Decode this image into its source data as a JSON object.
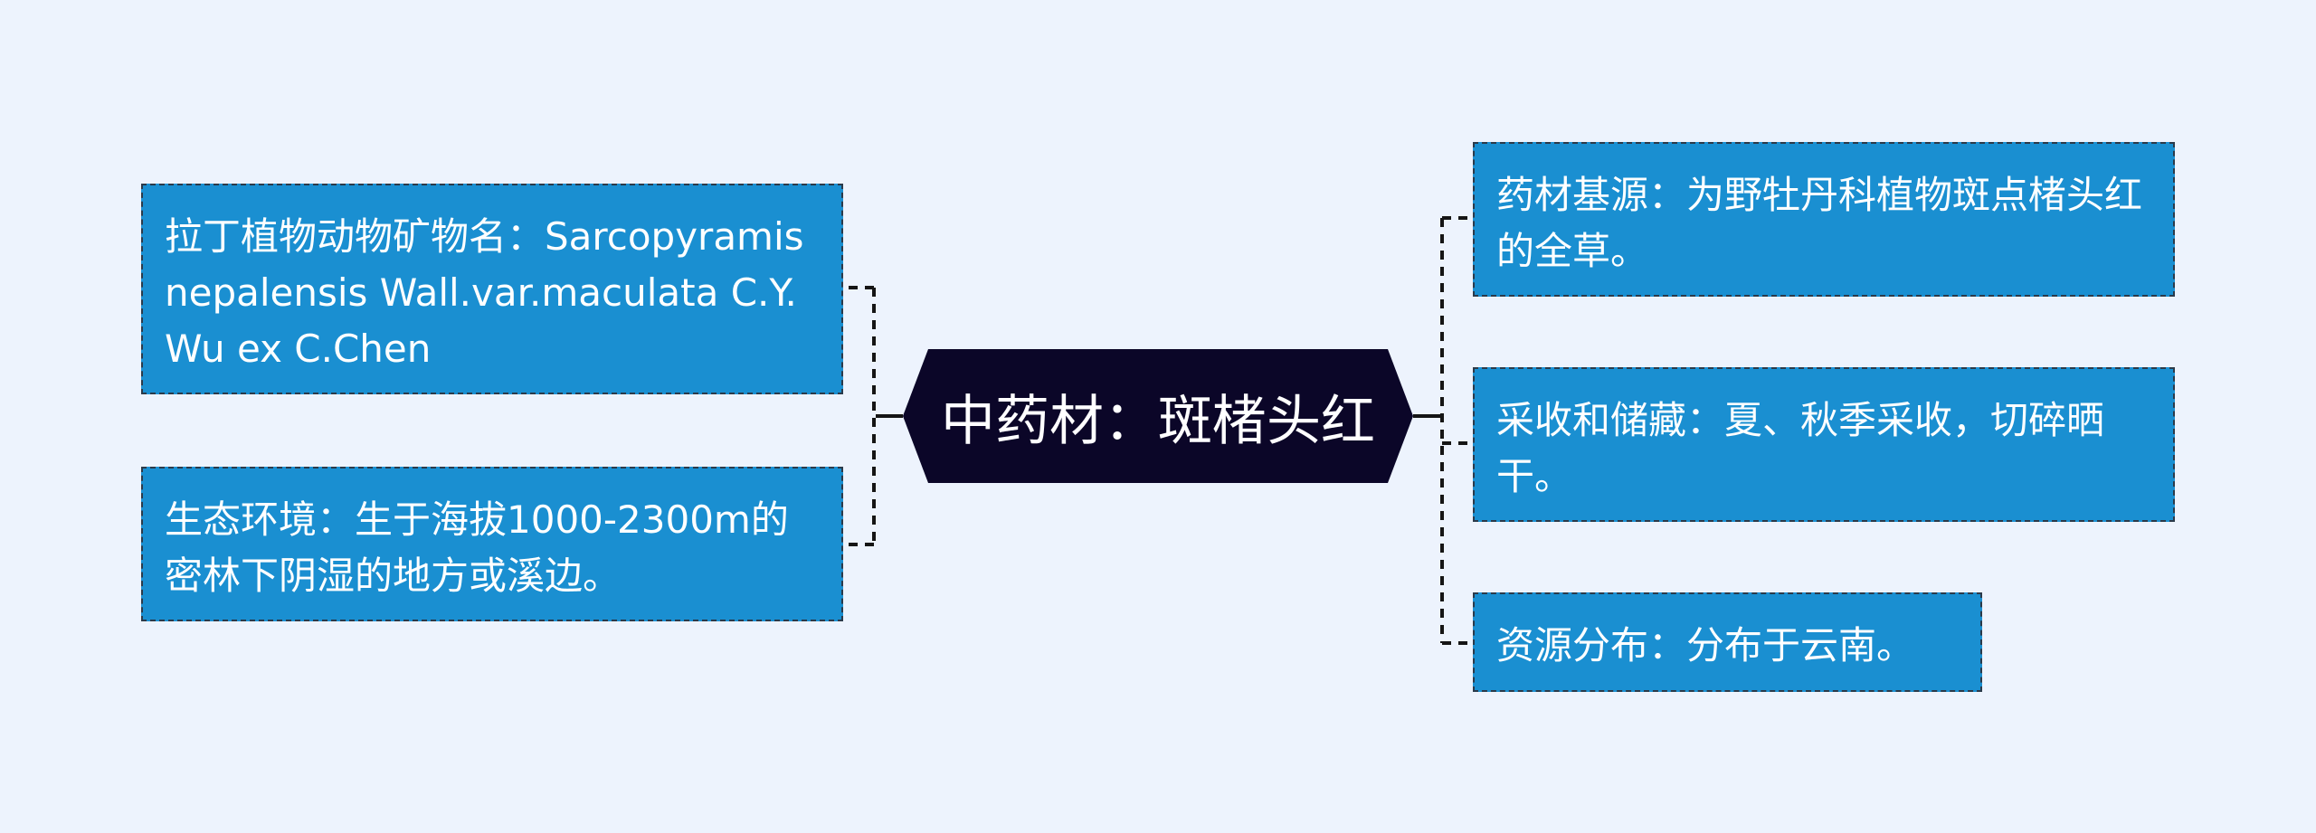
{
  "colors": {
    "background": "#edf3fd",
    "node_fill": "#1a8fd1",
    "node_border": "#2b3a4a",
    "center_fill": "#0b0628",
    "connector": "#151515",
    "text": "#ffffff"
  },
  "center": {
    "title": "中药材：斑楮头红"
  },
  "left_nodes": [
    {
      "text": "拉丁植物动物矿物名：Sarcopyramis nepalensis Wall.var.maculata C.Y.Wu ex C.Chen"
    },
    {
      "text": "生态环境：生于海拔1000-2300m的密林下阴湿的地方或溪边。"
    }
  ],
  "right_nodes": [
    {
      "text": "药材基源：为野牡丹科植物斑点楮头红的全草。"
    },
    {
      "text": "采收和储藏：夏、秋季采收，切碎晒干。"
    },
    {
      "text": "资源分布：分布于云南。"
    }
  ]
}
